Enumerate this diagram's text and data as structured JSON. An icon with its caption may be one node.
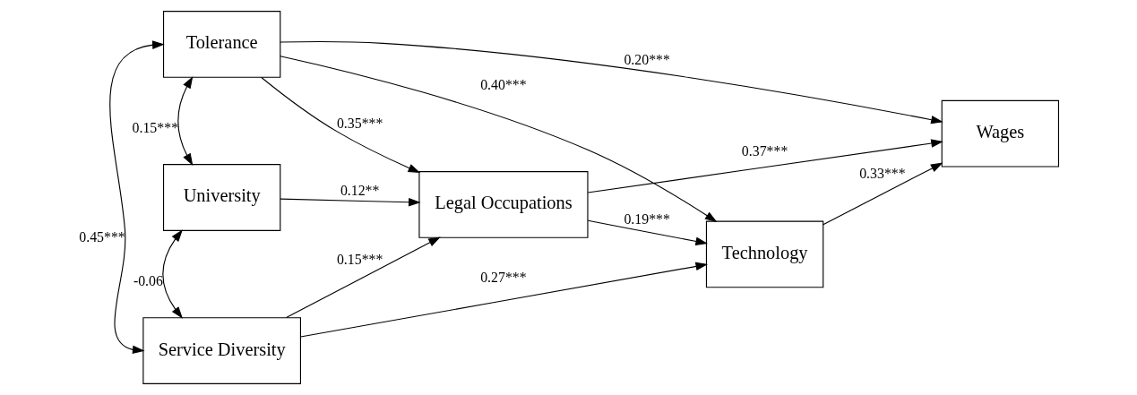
{
  "diagram": {
    "nodes": [
      {
        "text": [
          "Tolerance"
        ]
      },
      {
        "text": [
          "University"
        ]
      },
      {
        "text": [
          "Service Diversity"
        ]
      },
      {
        "text": [
          "Legal Occupations"
        ]
      },
      {
        "text": [
          "Technology"
        ]
      },
      {
        "text": [
          "Wages"
        ]
      }
    ],
    "edges": [
      {
        "from": 0,
        "to": 2,
        "arrow": "both",
        "label": "0.45***"
      },
      {
        "from": 0,
        "to": 1,
        "arrow": "both",
        "label": "0.15***"
      },
      {
        "from": 1,
        "to": 2,
        "arrow": "both",
        "label": "-0.06"
      },
      {
        "from": 0,
        "to": 3,
        "arrow": "to",
        "label": "0.35***"
      },
      {
        "from": 0,
        "to": 4,
        "arrow": "to",
        "label": "0.40***"
      },
      {
        "from": 0,
        "to": 5,
        "arrow": "to",
        "label": "0.20***"
      },
      {
        "from": 1,
        "to": 3,
        "arrow": "to",
        "label": "0.12**"
      },
      {
        "from": 3,
        "to": 4,
        "arrow": "to",
        "label": "0.19***"
      },
      {
        "from": 4,
        "to": 5,
        "arrow": "to",
        "label": "0.33***"
      },
      {
        "from": 2,
        "to": 3,
        "arrow": "to",
        "label": "0.15***"
      },
      {
        "from": 2,
        "to": 4,
        "arrow": "to",
        "label": "0.27***"
      },
      {
        "from": 3,
        "to": 5,
        "arrow": "to",
        "label": "0.37***"
      }
    ]
  }
}
